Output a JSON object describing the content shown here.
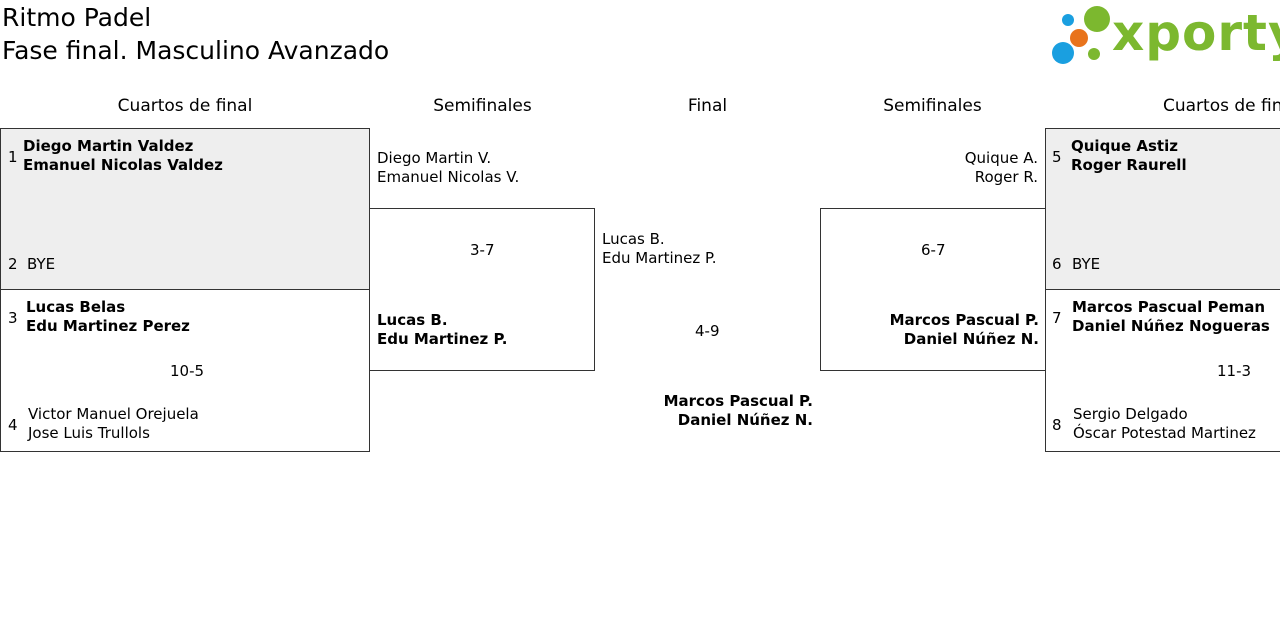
{
  "header": {
    "title": "Ritmo Padel",
    "subtitle": "Fase final. Masculino Avanzado"
  },
  "logo": {
    "text": "xporty",
    "green": "#7cb82f",
    "blue": "#1a9fe0",
    "orange": "#e8731c"
  },
  "columns": {
    "left_quarter": "Cuartos de final",
    "left_semi": "Semifinales",
    "final": "Final",
    "right_semi": "Semifinales",
    "right_quarter": "Cuartos de fin"
  },
  "left_quarters": [
    {
      "seed_a": "1",
      "a1": "Diego Martin Valdez",
      "a2": "Emanuel Nicolas Valdez",
      "seed_b": "2",
      "b1": "BYE",
      "score": ""
    },
    {
      "seed_a": "3",
      "a1": "Lucas Belas",
      "a2": "Edu Martinez Perez",
      "seed_b": "4",
      "b1": "Victor Manuel Orejuela",
      "b2": "Jose Luis Trullols",
      "score": "10-5"
    }
  ],
  "right_quarters": [
    {
      "seed_a": "5",
      "a1": "Quique Astiz",
      "a2": "Roger Raurell",
      "seed_b": "6",
      "b1": "BYE",
      "score": ""
    },
    {
      "seed_a": "7",
      "a1": "Marcos Pascual Peman",
      "a2": "Daniel Núñez Nogueras",
      "seed_b": "8",
      "b1": "Sergio Delgado",
      "b2": "Óscar Potestad Martinez",
      "score": "11-3"
    }
  ],
  "left_semi": {
    "top1": "Diego Martin V.",
    "top2": "Emanuel Nicolas V.",
    "score": "3-7",
    "bottom1": "Lucas B.",
    "bottom2": "Edu Martinez P."
  },
  "right_semi": {
    "top1": "Quique A.",
    "top2": "Roger R.",
    "score": "6-7",
    "bottom1": "Marcos Pascual P.",
    "bottom2": "Daniel Núñez N."
  },
  "final": {
    "top1": "Lucas B.",
    "top2": "Edu Martinez P.",
    "score": "4-9",
    "bottom1": "Marcos Pascual P.",
    "bottom2": "Daniel Núñez N."
  }
}
